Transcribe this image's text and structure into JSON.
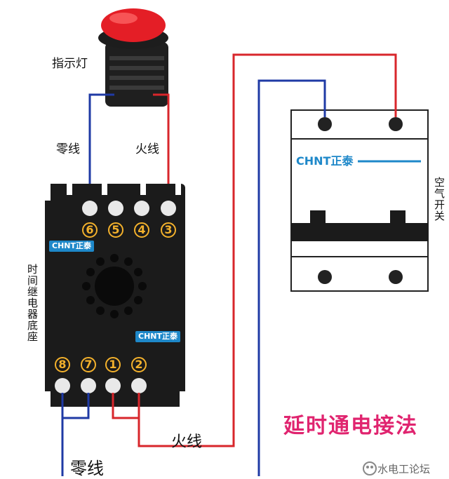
{
  "labels": {
    "indicator": "指示灯",
    "neutral_top": "零线",
    "live_top": "火线",
    "relay_base": "时间继电器底座",
    "breaker": "空气开关",
    "live_bottom": "火线",
    "neutral_bottom": "零线",
    "title": "延时通电接法",
    "watermark": "水电工论坛"
  },
  "brand": {
    "breaker_brand": "CHNT正泰",
    "base_brand_top": "CHNT正泰",
    "base_brand_bottom": "CHNT正泰"
  },
  "terminals": {
    "top": [
      "6",
      "5",
      "4",
      "3"
    ],
    "bottom": [
      "8",
      "7",
      "1",
      "2"
    ]
  },
  "colors": {
    "live_wire": "#d8262b",
    "neutral_wire": "#1f3aa5",
    "title": "#e0246f",
    "brand": "#1e88c9",
    "terminal_number": "#f3b12c"
  }
}
